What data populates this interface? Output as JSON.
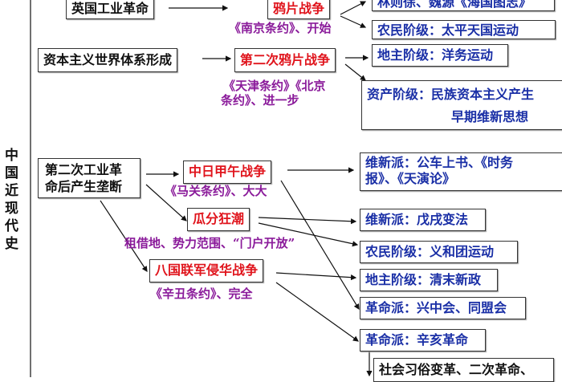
{
  "title": "中国近现代史",
  "causes": [
    "英国工业革命",
    "资本主义世界体系形成",
    "第二次工业革命后产生垄断"
  ],
  "wars": [
    "鸦片战争",
    "第二次鸦片战争",
    "中日甲午战争",
    "瓜分狂潮",
    "八国联军侵华战争"
  ],
  "treaties": [
    "《南京条约》、开始",
    "《天津条约》《北京",
    "条约》、进一步",
    "《马关条约》、大大",
    "租借地、势力范围、“门户开放”",
    "《辛丑条约》、完全"
  ],
  "responses": {
    "r1": "林则徐、魏源《海国图志》",
    "r2": "农民阶级：太平天国运动",
    "r3": "地主阶级：洋务运动",
    "r4a": "资产阶级：民族资本主义产生",
    "r4b": "早期维新思想",
    "r5a": "维新派：公车上书、《时务",
    "r5b": "报》、《天演论》",
    "r6": "维新派：戊戌变法",
    "r7": "农民阶级：义和团运动",
    "r8": "地主阶级：清末新政",
    "r9": "革命派：兴中会、同盟会",
    "r10": "革命派：辛亥革命",
    "r11": "社会习俗变革、二次革命、"
  },
  "colors": {
    "war": "#e0141c",
    "response": "#1a2fa6",
    "treaty": "#8a1a9a"
  }
}
